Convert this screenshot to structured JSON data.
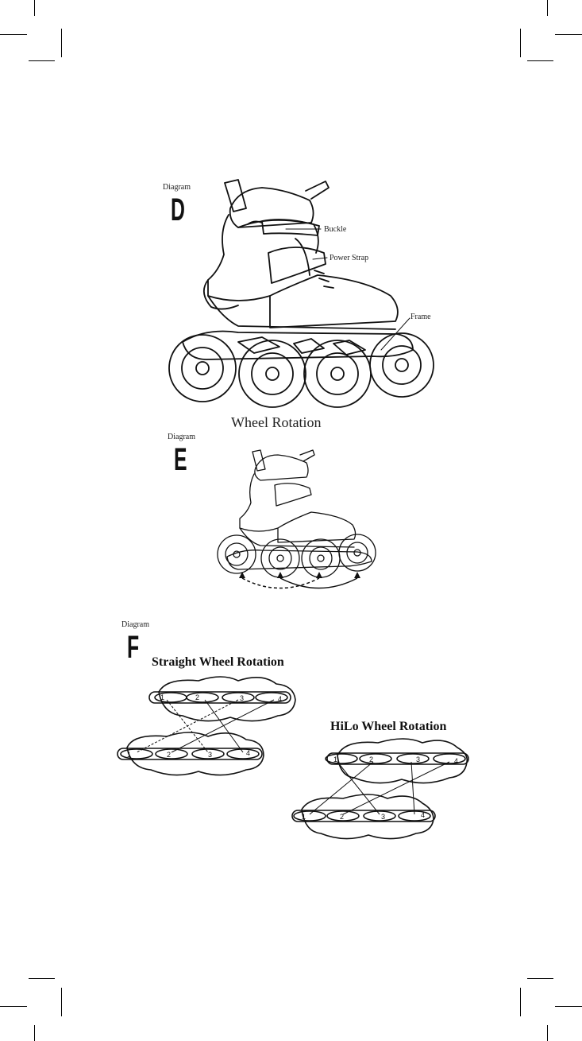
{
  "diagram_d": {
    "label_word": "Diagram",
    "label_letter": "D",
    "callouts": {
      "buckle": "Buckle",
      "power_strap": "Power Strap",
      "frame": "Frame"
    }
  },
  "diagram_e": {
    "title": "Wheel Rotation",
    "label_word": "Diagram",
    "label_letter": "E"
  },
  "diagram_f": {
    "label_word": "Diagram",
    "label_letter": "F",
    "straight": {
      "title": "Straight Wheel Rotation",
      "wheels": [
        "1",
        "2",
        "3",
        "4"
      ]
    },
    "hilo": {
      "title": "HiLo Wheel Rotation",
      "wheels": [
        "1",
        "2",
        "3",
        "4"
      ]
    }
  }
}
